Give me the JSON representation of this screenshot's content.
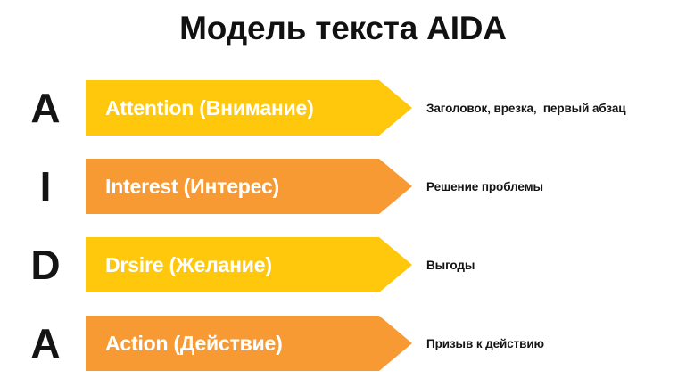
{
  "title": "Модель текста AIDA",
  "background_color": "#ffffff",
  "colors": {
    "yellow": "#FFC80C",
    "orange": "#F89A34",
    "text_dark": "#141414",
    "arrow_label_text": "#ffffff"
  },
  "rows": [
    {
      "letter": "A",
      "arrow_label": "Attention (Внимание)",
      "description": "Заголовок, врезка,  первый абзац",
      "arrow_color": "#FFC80C"
    },
    {
      "letter": "I",
      "arrow_label": "Interest (Интерес)",
      "description": "Решение проблемы",
      "arrow_color": "#F89A34"
    },
    {
      "letter": "D",
      "arrow_label": "Drsire (Желание)",
      "description": "Выгоды",
      "arrow_color": "#FFC80C"
    },
    {
      "letter": "A",
      "arrow_label": "Action (Действие)",
      "description": "Призыв к действию",
      "arrow_color": "#F89A34"
    }
  ]
}
